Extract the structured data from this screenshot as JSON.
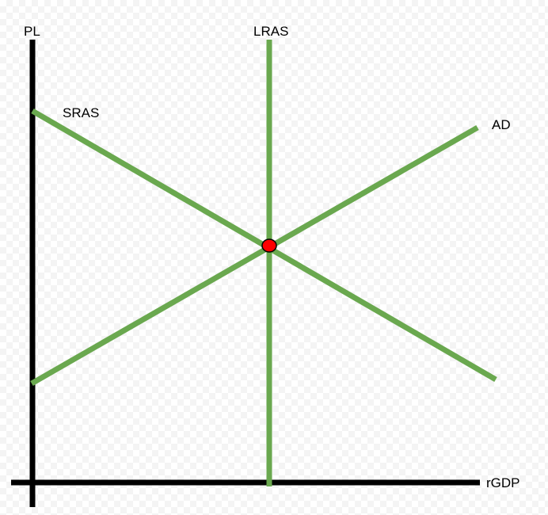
{
  "labels": {
    "y_axis": "PL",
    "x_axis": "rGDP",
    "lras": "LRAS",
    "sras": "SRAS",
    "ad": "AD"
  },
  "colors": {
    "axis": "#000000",
    "curve": "#6aa84f",
    "equilibrium": "#ff0000"
  },
  "icons": {
    "equilibrium_point": "red-dot"
  }
}
